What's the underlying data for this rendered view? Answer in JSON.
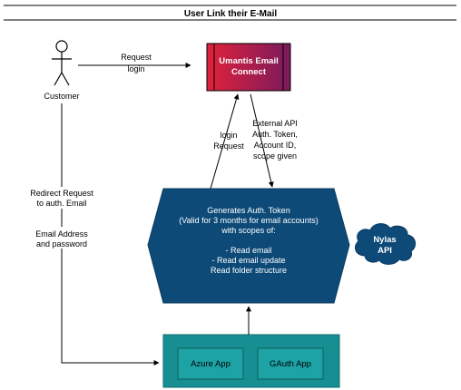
{
  "title": "User Link their E-Mail",
  "actor": {
    "label": "Customer"
  },
  "nodes": {
    "umantis": {
      "line1": "Umantis Email",
      "line2": "Connect"
    },
    "hexagon": {
      "lines": [
        "Generates Auth. Token",
        "(Valid for 3 months for email accounts)",
        "with scopes of:",
        "",
        "- Read email",
        "- Read email update",
        "Read folder structure"
      ]
    },
    "nylas": {
      "line1": "Nylas",
      "line2": "API"
    },
    "azure": {
      "label": "Azure App"
    },
    "gauth": {
      "label": "GAuth App"
    }
  },
  "edges": {
    "request_login": {
      "line1": "Request",
      "line2": "login"
    },
    "login_request": {
      "line1": "login",
      "line2": "Request"
    },
    "external_api": {
      "line1": "External API",
      "line2": "Auth. Token,",
      "line3": "Account ID,",
      "line4": "scope given"
    },
    "redirect": {
      "line1": "Redirect Request",
      "line2": "to auth. Email"
    },
    "email_address": {
      "line1": "Email Address",
      "line2": "and password"
    }
  },
  "colors": {
    "umantis_gradient_start": "#e0213b",
    "umantis_gradient_end": "#7a1a5c",
    "hexagon_fill": "#0d4a78",
    "nylas_fill": "#0d4a78",
    "teal_container": "#178f92",
    "inner_box_fill": "#1da3a6"
  }
}
